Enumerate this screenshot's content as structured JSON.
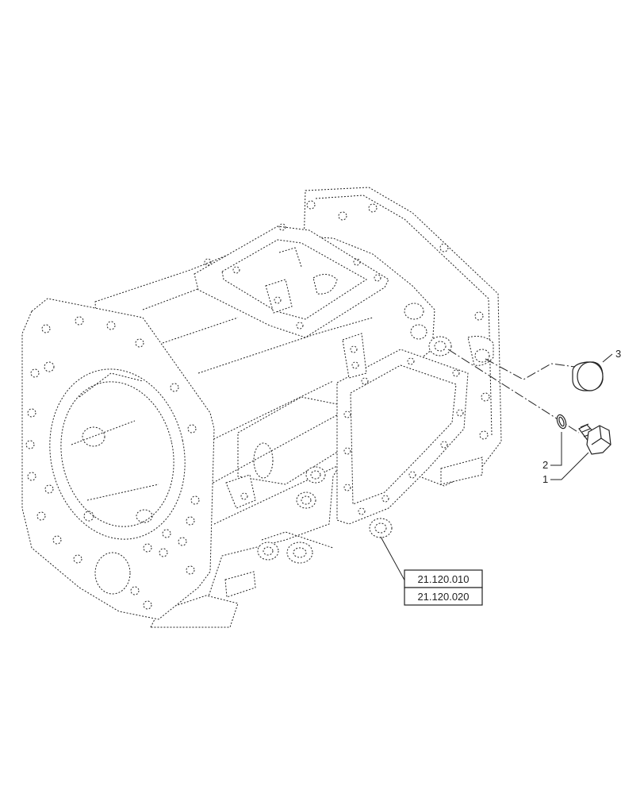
{
  "callouts": {
    "item1": "1",
    "item2": "2",
    "item3": "3"
  },
  "reference_links": [
    "21.120.010",
    "21.120.020"
  ]
}
